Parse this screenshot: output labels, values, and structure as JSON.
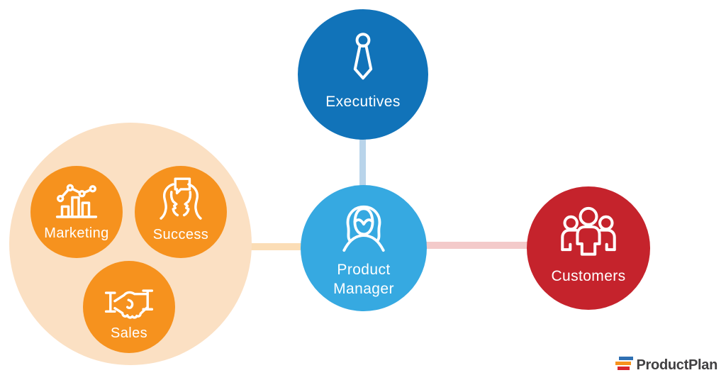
{
  "colors": {
    "exec_blue": "#1173b9",
    "pm_blue": "#36a9e1",
    "customer_red": "#c5232c",
    "orange": "#f6921e",
    "pale_orange": "#fbe0c3",
    "line_blue": "#b9d4ea",
    "line_pink": "#f3caca",
    "line_orange": "#fbddb6",
    "logo_text": "#414042",
    "logo_blue": "#2f70b3",
    "logo_orange": "#f6921e",
    "logo_red": "#d8262d"
  },
  "nodes": {
    "executives": {
      "label": "Executives"
    },
    "product_manager": {
      "line1": "Product",
      "line2": "Manager"
    },
    "customers": {
      "label": "Customers"
    },
    "marketing": {
      "label": "Marketing"
    },
    "success": {
      "label": "Success"
    },
    "sales": {
      "label": "Sales"
    }
  },
  "logo": {
    "text": "ProductPlan"
  }
}
